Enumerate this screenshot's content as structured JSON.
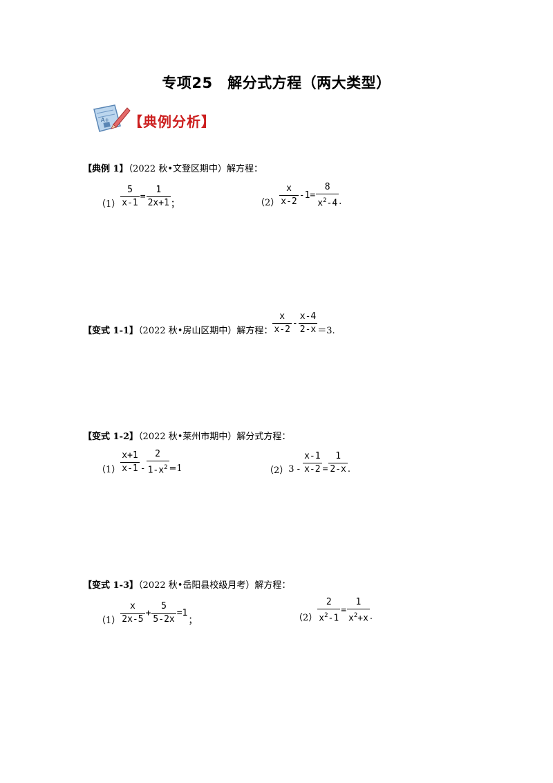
{
  "title": "专项25　解分式方程（两大类型）",
  "section": {
    "label": "【典例分析】",
    "icon": "pencil-paper-icon"
  },
  "problems": [
    {
      "header_bracket_open": "【",
      "header_tag": "典例 1",
      "header_bracket_close": "】",
      "header_source": "（2022 秋•文登区期中）解方程：",
      "eq1": {
        "label": "（1）",
        "f1_num": "5",
        "f1_den": "x-1",
        "op": "=",
        "f2_num": "1",
        "f2_den": "2x+1",
        "tail": "；"
      },
      "eq2": {
        "label": "（2）",
        "f1_num": "x",
        "f1_den": "x-2",
        "mid": "-1=",
        "f2_num": "8",
        "f2_den_a": "x",
        "f2_den_sup": "2",
        "f2_den_b": "-4",
        "tail": "."
      }
    },
    {
      "header_bracket_open": "【",
      "header_tag": "变式 1-1",
      "header_bracket_close": "】",
      "header_source": "（2022 秋•房山区期中）解方程：",
      "eq": {
        "f1_num": "x",
        "f1_den": "x-2",
        "op": "-",
        "f2_num": "x-4",
        "f2_den": "2-x",
        "tail": "＝3."
      }
    },
    {
      "header_bracket_open": "【",
      "header_tag": "变式 1-2",
      "header_bracket_close": "】",
      "header_source": "（2022 秋•莱州市期中）解分式方程：",
      "eq1": {
        "label": "（1）",
        "f1_num": "x+1",
        "f1_den": "x-1",
        "op": "-",
        "f2_num": "2",
        "f2_den_a": "1-x",
        "f2_den_sup": "2",
        "tail": "=1"
      },
      "eq2": {
        "label": "（2）",
        "lead": "3 -",
        "f1_num": "x-1",
        "f1_den": "x-2",
        "op": "=",
        "f2_num": "1",
        "f2_den": "2-x",
        "tail": "."
      }
    },
    {
      "header_bracket_open": "【",
      "header_tag": "变式 1-3",
      "header_bracket_close": "】",
      "header_source": "（2022 秋•岳阳县校级月考）解方程：",
      "eq1": {
        "label": "（1）",
        "f1_num": "x",
        "f1_den": "2x-5",
        "op": "+",
        "f2_num": "5",
        "f2_den": "5-2x",
        "tail": "=1",
        "end": "；"
      },
      "eq2": {
        "label": "（2）",
        "f1_num": "2",
        "f1_den_a": "x",
        "f1_den_sup": "2",
        "f1_den_b": "-1",
        "op": "=",
        "f2_num": "1",
        "f2_den_a": "x",
        "f2_den_sup": "2",
        "f2_den_b": "+x",
        "tail": "."
      }
    }
  ]
}
